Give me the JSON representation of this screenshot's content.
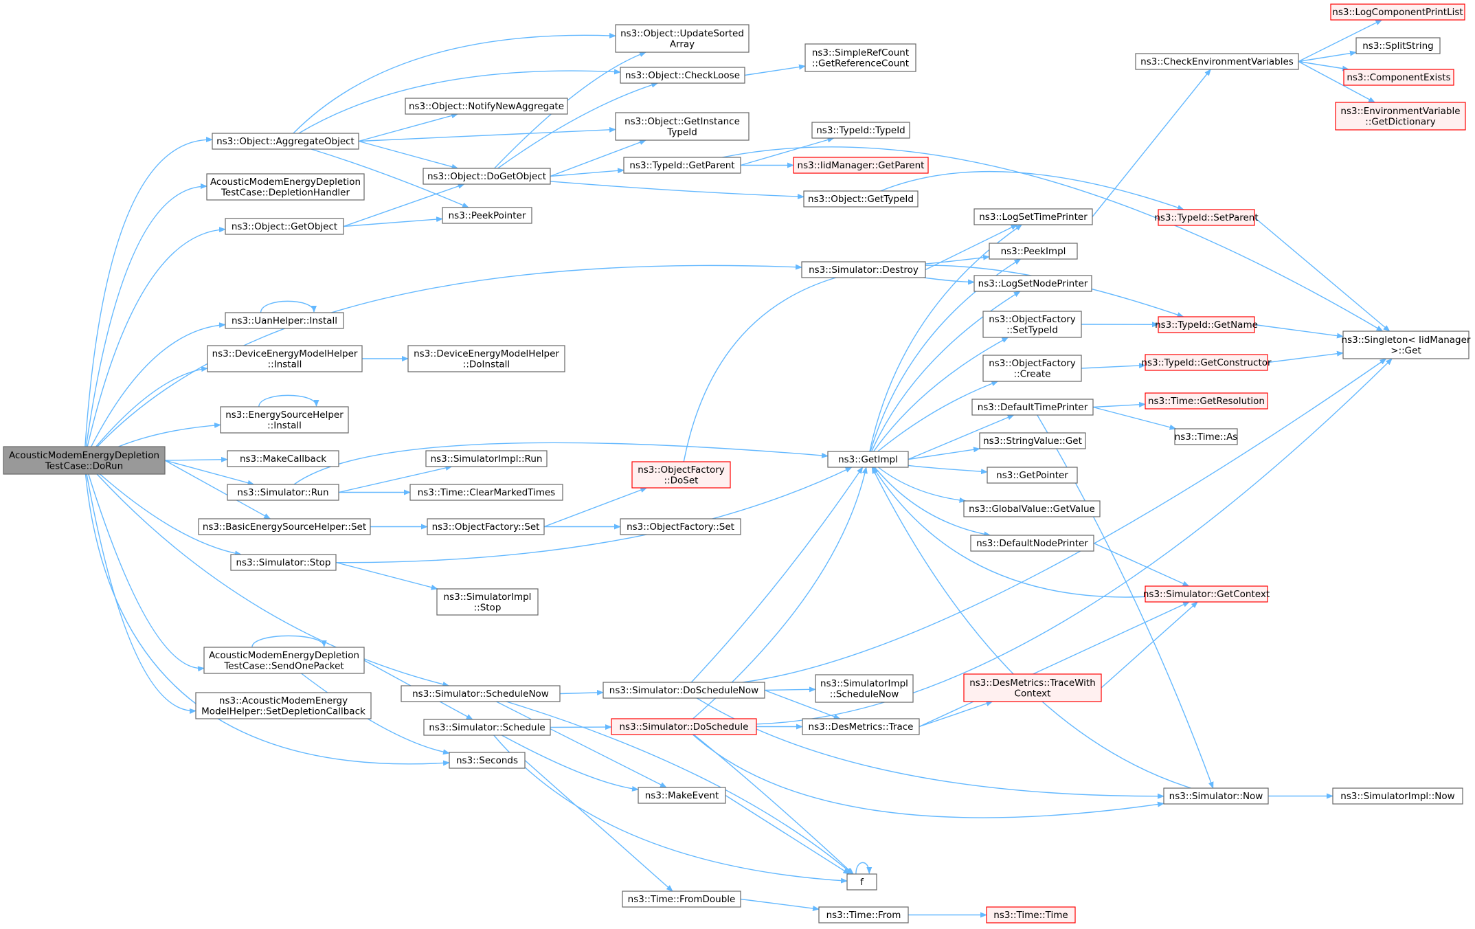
{
  "graph": {
    "colors": {
      "edge": "#63b8ff",
      "node_border": "#666666",
      "node_fill": "#ffffff",
      "root_fill": "#999999",
      "truncated_border": "#ff0000",
      "truncated_fill": "#fff0f0"
    },
    "nodes": [
      {
        "id": "root",
        "lines": [
          "AcousticModemEnergyDepletion",
          "TestCase::DoRun"
        ],
        "style": "root"
      },
      {
        "id": "aggregate",
        "lines": [
          "ns3::Object::AggregateObject"
        ],
        "style": "normal"
      },
      {
        "id": "depletion_handler",
        "lines": [
          "AcousticModemEnergyDepletion",
          "TestCase::DepletionHandler"
        ],
        "style": "normal"
      },
      {
        "id": "getobject",
        "lines": [
          "ns3::Object::GetObject"
        ],
        "style": "normal"
      },
      {
        "id": "uan_install",
        "lines": [
          "ns3::UanHelper::Install"
        ],
        "style": "normal"
      },
      {
        "id": "dev_install",
        "lines": [
          "ns3::DeviceEnergyModelHelper",
          "::Install"
        ],
        "style": "normal"
      },
      {
        "id": "es_install",
        "lines": [
          "ns3::EnergySourceHelper",
          "::Install"
        ],
        "style": "normal"
      },
      {
        "id": "makecallback",
        "lines": [
          "ns3::MakeCallback"
        ],
        "style": "normal"
      },
      {
        "id": "sim_run",
        "lines": [
          "ns3::Simulator::Run"
        ],
        "style": "normal"
      },
      {
        "id": "besh_set",
        "lines": [
          "ns3::BasicEnergySourceHelper::Set"
        ],
        "style": "normal"
      },
      {
        "id": "sim_stop",
        "lines": [
          "ns3::Simulator::Stop"
        ],
        "style": "normal"
      },
      {
        "id": "sendonepacket",
        "lines": [
          "AcousticModemEnergyDepletion",
          "TestCase::SendOnePacket"
        ],
        "style": "normal"
      },
      {
        "id": "setdepcb",
        "lines": [
          "ns3::AcousticModemEnergy",
          "ModelHelper::SetDepletionCallback"
        ],
        "style": "normal"
      },
      {
        "id": "updatesorted",
        "lines": [
          "ns3::Object::UpdateSorted",
          "Array"
        ],
        "style": "normal"
      },
      {
        "id": "checkloose",
        "lines": [
          "ns3::Object::CheckLoose"
        ],
        "style": "normal"
      },
      {
        "id": "notifynew",
        "lines": [
          "ns3::Object::NotifyNewAggregate"
        ],
        "style": "normal"
      },
      {
        "id": "getinstance",
        "lines": [
          "ns3::Object::GetInstance",
          "TypeId"
        ],
        "style": "normal"
      },
      {
        "id": "dogetobject",
        "lines": [
          "ns3::Object::DoGetObject"
        ],
        "style": "normal"
      },
      {
        "id": "peekpointer",
        "lines": [
          "ns3::PeekPointer"
        ],
        "style": "normal"
      },
      {
        "id": "dev_doinstall",
        "lines": [
          "ns3::DeviceEnergyModelHelper",
          "::DoInstall"
        ],
        "style": "normal"
      },
      {
        "id": "simimpl_run",
        "lines": [
          "ns3::SimulatorImpl::Run"
        ],
        "style": "normal"
      },
      {
        "id": "clearmarked",
        "lines": [
          "ns3::Time::ClearMarkedTimes"
        ],
        "style": "normal"
      },
      {
        "id": "of_set",
        "lines": [
          "ns3::ObjectFactory::Set"
        ],
        "style": "normal"
      },
      {
        "id": "simimpl_stop",
        "lines": [
          "ns3::SimulatorImpl",
          "::Stop"
        ],
        "style": "normal"
      },
      {
        "id": "schedulenow",
        "lines": [
          "ns3::Simulator::ScheduleNow"
        ],
        "style": "normal"
      },
      {
        "id": "schedule",
        "lines": [
          "ns3::Simulator::Schedule"
        ],
        "style": "normal"
      },
      {
        "id": "seconds",
        "lines": [
          "ns3::Seconds"
        ],
        "style": "normal"
      },
      {
        "id": "simplerefcount",
        "lines": [
          "ns3::SimpleRefCount",
          "::GetReferenceCount"
        ],
        "style": "normal"
      },
      {
        "id": "typeid_typeid",
        "lines": [
          "ns3::TypeId::TypeId"
        ],
        "style": "normal"
      },
      {
        "id": "typeid_getparent",
        "lines": [
          "ns3::TypeId::GetParent"
        ],
        "style": "normal"
      },
      {
        "id": "iid_getparent",
        "lines": [
          "ns3::IidManager::GetParent"
        ],
        "style": "truncated"
      },
      {
        "id": "object_gettypeid",
        "lines": [
          "ns3::Object::GetTypeId"
        ],
        "style": "normal"
      },
      {
        "id": "sim_destroy",
        "lines": [
          "ns3::Simulator::Destroy"
        ],
        "style": "normal"
      },
      {
        "id": "of_doset",
        "lines": [
          "ns3::ObjectFactory",
          "::DoSet"
        ],
        "style": "truncated"
      },
      {
        "id": "of_set2",
        "lines": [
          "ns3::ObjectFactory::Set"
        ],
        "style": "normal"
      },
      {
        "id": "getimpl",
        "lines": [
          "ns3::GetImpl"
        ],
        "style": "normal"
      },
      {
        "id": "doschedulenow",
        "lines": [
          "ns3::Simulator::DoScheduleNow"
        ],
        "style": "normal"
      },
      {
        "id": "doschedule",
        "lines": [
          "ns3::Simulator::DoSchedule"
        ],
        "style": "truncated"
      },
      {
        "id": "makeevent",
        "lines": [
          "ns3::MakeEvent"
        ],
        "style": "normal"
      },
      {
        "id": "f",
        "lines": [
          "f"
        ],
        "style": "normal"
      },
      {
        "id": "fromdouble",
        "lines": [
          "ns3::Time::FromDouble"
        ],
        "style": "normal"
      },
      {
        "id": "time_from",
        "lines": [
          "ns3::Time::From"
        ],
        "style": "normal"
      },
      {
        "id": "time_time",
        "lines": [
          "ns3::Time::Time"
        ],
        "style": "truncated"
      },
      {
        "id": "simimpl_schedulenow",
        "lines": [
          "ns3::SimulatorImpl",
          "::ScheduleNow"
        ],
        "style": "normal"
      },
      {
        "id": "desmetrics_trace",
        "lines": [
          "ns3::DesMetrics::Trace"
        ],
        "style": "normal"
      },
      {
        "id": "logsettimeprinter",
        "lines": [
          "ns3::LogSetTimePrinter"
        ],
        "style": "normal"
      },
      {
        "id": "peekimpl",
        "lines": [
          "ns3::PeekImpl"
        ],
        "style": "normal"
      },
      {
        "id": "logsetnodeprinter",
        "lines": [
          "ns3::LogSetNodePrinter"
        ],
        "style": "normal"
      },
      {
        "id": "of_settypeid",
        "lines": [
          "ns3::ObjectFactory",
          "::SetTypeId"
        ],
        "style": "normal"
      },
      {
        "id": "of_create",
        "lines": [
          "ns3::ObjectFactory",
          "::Create"
        ],
        "style": "normal"
      },
      {
        "id": "defaulttimeprinter",
        "lines": [
          "ns3::DefaultTimePrinter"
        ],
        "style": "normal"
      },
      {
        "id": "stringvalue_get",
        "lines": [
          "ns3::StringValue::Get"
        ],
        "style": "normal"
      },
      {
        "id": "getpointer",
        "lines": [
          "ns3::GetPointer"
        ],
        "style": "normal"
      },
      {
        "id": "globalvalue_getvalue",
        "lines": [
          "ns3::GlobalValue::GetValue"
        ],
        "style": "normal"
      },
      {
        "id": "defaultnodeprinter",
        "lines": [
          "ns3::DefaultNodePrinter"
        ],
        "style": "normal"
      },
      {
        "id": "tracewithcontext",
        "lines": [
          "ns3::DesMetrics::TraceWith",
          "Context"
        ],
        "style": "truncated"
      },
      {
        "id": "sim_now",
        "lines": [
          "ns3::Simulator::Now"
        ],
        "style": "normal"
      },
      {
        "id": "checkenv",
        "lines": [
          "ns3::CheckEnvironmentVariables"
        ],
        "style": "normal"
      },
      {
        "id": "typeid_setparent",
        "lines": [
          "ns3::TypeId::SetParent"
        ],
        "style": "truncated"
      },
      {
        "id": "typeid_getname",
        "lines": [
          "ns3::TypeId::GetName"
        ],
        "style": "truncated"
      },
      {
        "id": "typeid_getconstructor",
        "lines": [
          "ns3::TypeId::GetConstructor"
        ],
        "style": "truncated"
      },
      {
        "id": "time_getresolution",
        "lines": [
          "ns3::Time::GetResolution"
        ],
        "style": "truncated"
      },
      {
        "id": "time_as",
        "lines": [
          "ns3::Time::As"
        ],
        "style": "normal"
      },
      {
        "id": "sim_getcontext",
        "lines": [
          "ns3::Simulator::GetContext"
        ],
        "style": "truncated"
      },
      {
        "id": "simimpl_now",
        "lines": [
          "ns3::SimulatorImpl::Now"
        ],
        "style": "normal"
      },
      {
        "id": "logcompprint",
        "lines": [
          "ns3::LogComponentPrintList"
        ],
        "style": "truncated"
      },
      {
        "id": "splitstring",
        "lines": [
          "ns3::SplitString"
        ],
        "style": "normal"
      },
      {
        "id": "componentexists",
        "lines": [
          "ns3::ComponentExists"
        ],
        "style": "truncated"
      },
      {
        "id": "envvar_getdict",
        "lines": [
          "ns3::EnvironmentVariable",
          "::GetDictionary"
        ],
        "style": "truncated"
      },
      {
        "id": "singleton_get",
        "lines": [
          "ns3::Singleton< IidManager",
          ">::Get"
        ],
        "style": "normal"
      }
    ],
    "edges": [
      [
        "root",
        "aggregate"
      ],
      [
        "root",
        "depletion_handler"
      ],
      [
        "root",
        "getobject"
      ],
      [
        "root",
        "uan_install"
      ],
      [
        "root",
        "dev_install"
      ],
      [
        "root",
        "es_install"
      ],
      [
        "root",
        "makecallback"
      ],
      [
        "root",
        "sim_run"
      ],
      [
        "root",
        "besh_set"
      ],
      [
        "root",
        "sim_stop"
      ],
      [
        "root",
        "sendonepacket"
      ],
      [
        "root",
        "setdepcb"
      ],
      [
        "root",
        "seconds"
      ],
      [
        "root",
        "schedulenow"
      ],
      [
        "root",
        "sim_destroy"
      ],
      [
        "aggregate",
        "updatesorted"
      ],
      [
        "aggregate",
        "checkloose"
      ],
      [
        "aggregate",
        "notifynew"
      ],
      [
        "aggregate",
        "getinstance"
      ],
      [
        "aggregate",
        "dogetobject"
      ],
      [
        "aggregate",
        "peekpointer"
      ],
      [
        "getobject",
        "dogetobject"
      ],
      [
        "getobject",
        "peekpointer"
      ],
      [
        "uan_install",
        "uan_install"
      ],
      [
        "es_install",
        "es_install"
      ],
      [
        "sendonepacket",
        "sendonepacket"
      ],
      [
        "dev_install",
        "dev_doinstall"
      ],
      [
        "sim_run",
        "simimpl_run"
      ],
      [
        "sim_run",
        "clearmarked"
      ],
      [
        "sim_run",
        "getimpl"
      ],
      [
        "besh_set",
        "of_set"
      ],
      [
        "of_set",
        "of_doset"
      ],
      [
        "of_set",
        "of_set2"
      ],
      [
        "sim_stop",
        "simimpl_stop"
      ],
      [
        "sim_stop",
        "getimpl"
      ],
      [
        "sendonepacket",
        "schedule"
      ],
      [
        "sendonepacket",
        "seconds"
      ],
      [
        "dogetobject",
        "updatesorted"
      ],
      [
        "dogetobject",
        "checkloose"
      ],
      [
        "dogetobject",
        "getinstance"
      ],
      [
        "dogetobject",
        "typeid_getparent"
      ],
      [
        "dogetobject",
        "object_gettypeid"
      ],
      [
        "checkloose",
        "simplerefcount"
      ],
      [
        "typeid_getparent",
        "typeid_typeid"
      ],
      [
        "typeid_getparent",
        "iid_getparent"
      ],
      [
        "typeid_getparent",
        "singleton_get"
      ],
      [
        "object_gettypeid",
        "typeid_setparent"
      ],
      [
        "of_doset",
        "typeid_getname"
      ],
      [
        "sim_destroy",
        "logsettimeprinter"
      ],
      [
        "sim_destroy",
        "peekimpl"
      ],
      [
        "sim_destroy",
        "logsetnodeprinter"
      ],
      [
        "schedulenow",
        "doschedulenow"
      ],
      [
        "schedulenow",
        "makeevent"
      ],
      [
        "schedulenow",
        "f"
      ],
      [
        "schedule",
        "doschedule"
      ],
      [
        "schedule",
        "makeevent"
      ],
      [
        "schedule",
        "f"
      ],
      [
        "seconds",
        "fromdouble"
      ],
      [
        "fromdouble",
        "time_from"
      ],
      [
        "time_from",
        "time_time"
      ],
      [
        "makeevent",
        "f"
      ],
      [
        "f",
        "f"
      ],
      [
        "doschedulenow",
        "simimpl_schedulenow"
      ],
      [
        "doschedulenow",
        "desmetrics_trace"
      ],
      [
        "doschedulenow",
        "getimpl"
      ],
      [
        "doschedulenow",
        "singleton_get"
      ],
      [
        "doschedulenow",
        "sim_now"
      ],
      [
        "doschedule",
        "desmetrics_trace"
      ],
      [
        "doschedule",
        "getimpl"
      ],
      [
        "doschedule",
        "singleton_get"
      ],
      [
        "doschedule",
        "sim_now"
      ],
      [
        "doschedule",
        "f"
      ],
      [
        "desmetrics_trace",
        "tracewithcontext"
      ],
      [
        "desmetrics_trace",
        "sim_getcontext"
      ],
      [
        "tracewithcontext",
        "sim_getcontext"
      ],
      [
        "getimpl",
        "logsettimeprinter"
      ],
      [
        "getimpl",
        "peekimpl"
      ],
      [
        "getimpl",
        "logsetnodeprinter"
      ],
      [
        "getimpl",
        "of_settypeid"
      ],
      [
        "getimpl",
        "of_create"
      ],
      [
        "getimpl",
        "defaulttimeprinter"
      ],
      [
        "getimpl",
        "stringvalue_get"
      ],
      [
        "getimpl",
        "getpointer"
      ],
      [
        "getimpl",
        "globalvalue_getvalue"
      ],
      [
        "getimpl",
        "defaultnodeprinter"
      ],
      [
        "sim_getcontext",
        "getimpl"
      ],
      [
        "sim_now",
        "getimpl"
      ],
      [
        "defaultnodeprinter",
        "sim_getcontext"
      ],
      [
        "defaulttimeprinter",
        "time_getresolution"
      ],
      [
        "defaulttimeprinter",
        "time_as"
      ],
      [
        "defaulttimeprinter",
        "sim_now"
      ],
      [
        "sim_now",
        "simimpl_now"
      ],
      [
        "logsettimeprinter",
        "checkenv"
      ],
      [
        "checkenv",
        "logcompprint"
      ],
      [
        "checkenv",
        "splitstring"
      ],
      [
        "checkenv",
        "componentexists"
      ],
      [
        "checkenv",
        "envvar_getdict"
      ],
      [
        "of_settypeid",
        "typeid_getname"
      ],
      [
        "of_create",
        "typeid_getconstructor"
      ],
      [
        "typeid_setparent",
        "singleton_get"
      ],
      [
        "typeid_getname",
        "singleton_get"
      ],
      [
        "typeid_getconstructor",
        "singleton_get"
      ]
    ]
  }
}
